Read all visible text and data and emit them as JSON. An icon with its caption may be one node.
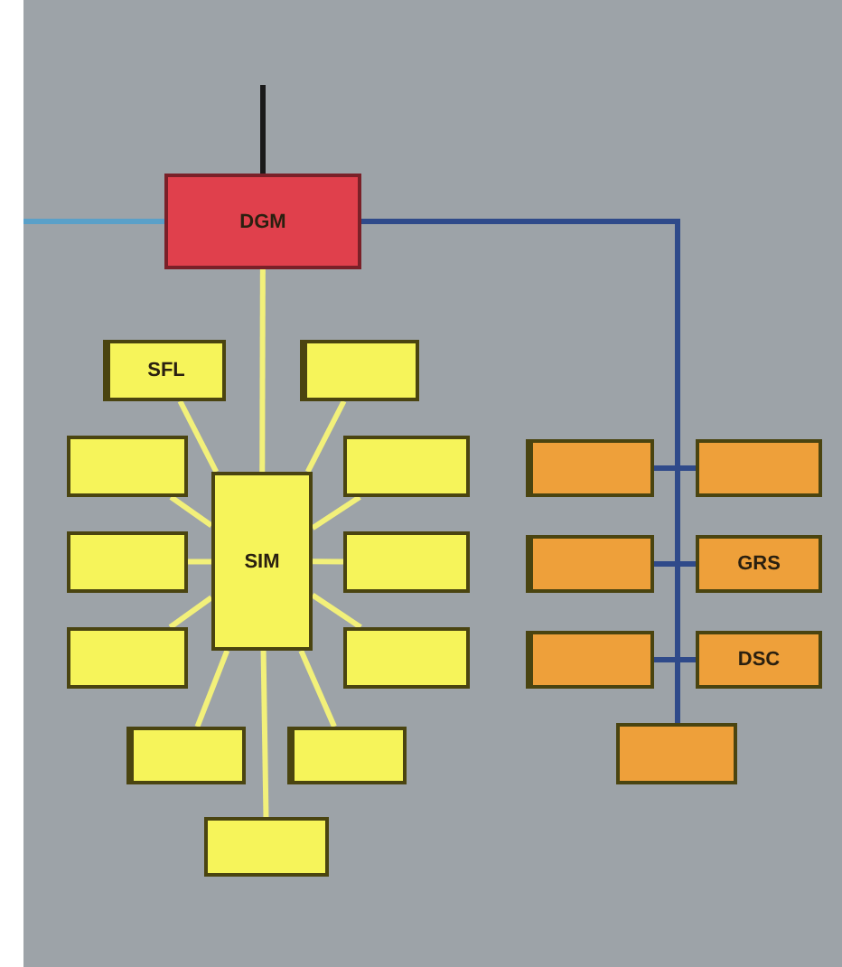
{
  "diagram": {
    "nodes": [
      {
        "text": [
          "DGM"
        ]
      },
      {
        "text": [
          "SFL"
        ]
      },
      {
        "text": [],
        "shape": "box"
      },
      {
        "text": [],
        "shape": "box"
      },
      {
        "text": [],
        "shape": "box"
      },
      {
        "text": [],
        "shape": "box"
      },
      {
        "text": [],
        "shape": "box"
      },
      {
        "text": [
          "SIM"
        ]
      },
      {
        "text": [],
        "shape": "box"
      },
      {
        "text": [],
        "shape": "box"
      },
      {
        "text": [],
        "shape": "box"
      },
      {
        "text": [
          "GRS"
        ]
      },
      {
        "text": [],
        "shape": "box"
      },
      {
        "text": [],
        "shape": "box"
      },
      {
        "text": [],
        "shape": "box"
      },
      {
        "text": [
          "DSC"
        ]
      },
      {
        "text": [],
        "shape": "box"
      },
      {
        "text": [],
        "shape": "box"
      },
      {
        "text": [],
        "shape": "box"
      },
      {
        "text": [],
        "shape": "box"
      }
    ],
    "edges": [
      {
        "from": null,
        "to": 0,
        "arrow": "none",
        "color": "#1a1a1a"
      },
      {
        "from": null,
        "to": 0,
        "arrow": "none",
        "color": "#5aa0c8"
      },
      {
        "from": 0,
        "to": 7,
        "arrow": "none"
      },
      {
        "from": 7,
        "to": 1,
        "arrow": "none"
      },
      {
        "from": 7,
        "to": 2,
        "arrow": "none"
      },
      {
        "from": 7,
        "to": 3,
        "arrow": "none"
      },
      {
        "from": 7,
        "to": 4,
        "arrow": "none"
      },
      {
        "from": 7,
        "to": 8,
        "arrow": "none"
      },
      {
        "from": 7,
        "to": 9,
        "arrow": "none"
      },
      {
        "from": 7,
        "to": 12,
        "arrow": "none"
      },
      {
        "from": 7,
        "to": 13,
        "arrow": "none"
      },
      {
        "from": 7,
        "to": 16,
        "arrow": "none"
      },
      {
        "from": 7,
        "to": 17,
        "arrow": "none"
      },
      {
        "from": 7,
        "to": 19,
        "arrow": "none"
      },
      {
        "from": 0,
        "to": 5,
        "arrow": "none",
        "color": "#2f4a8a"
      },
      {
        "from": 0,
        "to": 6,
        "arrow": "none",
        "color": "#2f4a8a"
      },
      {
        "from": 0,
        "to": 10,
        "arrow": "none",
        "color": "#2f4a8a"
      },
      {
        "from": 0,
        "to": 11,
        "arrow": "none",
        "color": "#2f4a8a"
      },
      {
        "from": 0,
        "to": 14,
        "arrow": "none",
        "color": "#2f4a8a"
      },
      {
        "from": 0,
        "to": 15,
        "arrow": "none",
        "color": "#2f4a8a"
      },
      {
        "from": 0,
        "to": 18,
        "arrow": "none",
        "color": "#2f4a8a"
      }
    ]
  }
}
